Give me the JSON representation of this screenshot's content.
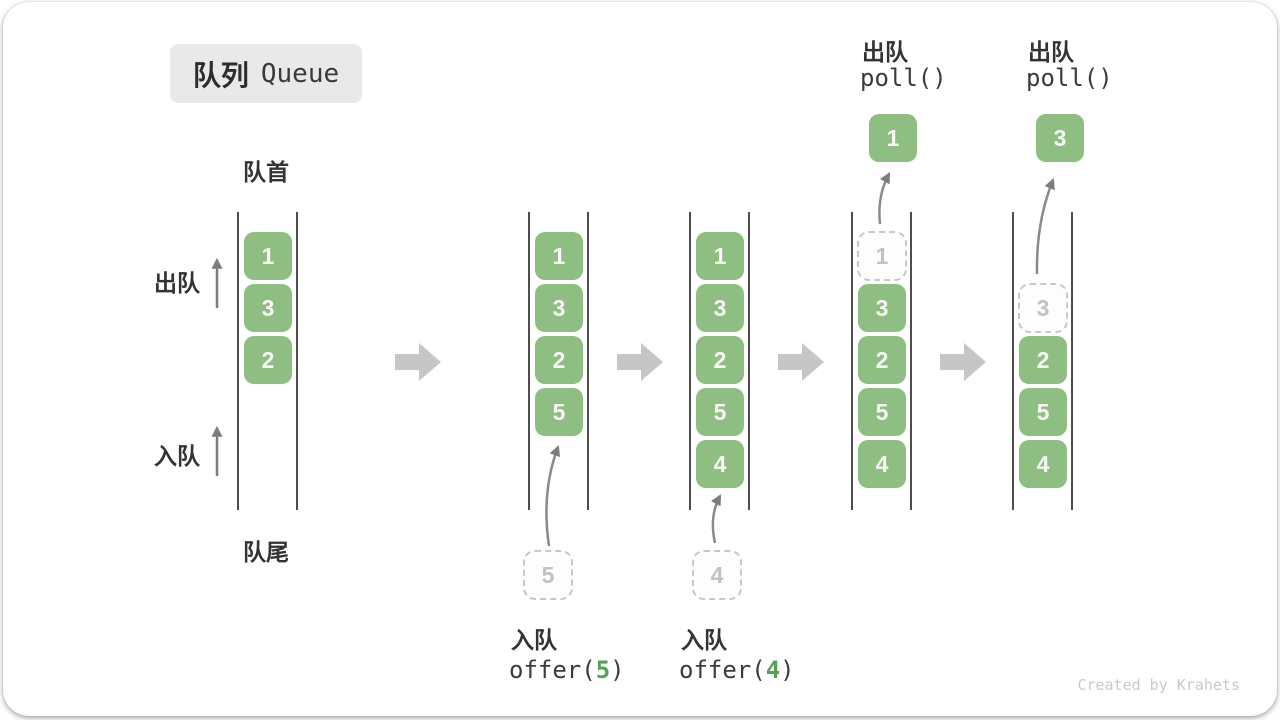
{
  "title": {
    "badge_zh": "队列",
    "badge_en": "Queue"
  },
  "labels": {
    "front": "队首",
    "rear": "队尾",
    "dequeue_side": "出队",
    "enqueue_side": "入队"
  },
  "colors": {
    "cell_green": "#8fbe82",
    "code_arg_green": "#55a055",
    "flow_arrow_gray": "#c6c6c6",
    "thin_arrow_gray": "#7d7d7d",
    "container_line": "#4e4e4e",
    "badge_bg": "#e9e9e9"
  },
  "queues": [
    {
      "cells": [
        "1",
        "3",
        "2"
      ]
    },
    {
      "cells": [
        "1",
        "3",
        "2",
        "5"
      ],
      "incoming": "5"
    },
    {
      "cells": [
        "1",
        "3",
        "2",
        "5",
        "4"
      ],
      "incoming": "4"
    },
    {
      "removed": "1",
      "cells": [
        "3",
        "2",
        "5",
        "4"
      ],
      "out": "1"
    },
    {
      "removed": "3",
      "cells": [
        "2",
        "5",
        "4"
      ],
      "out": "3"
    }
  ],
  "operations": {
    "enqueue_5": {
      "label": "入队",
      "code_open": "offer(",
      "arg": "5",
      "code_close": ")"
    },
    "enqueue_4": {
      "label": "入队",
      "code_open": "offer(",
      "arg": "4",
      "code_close": ")"
    },
    "dequeue_1": {
      "label": "出队",
      "code": "poll()"
    },
    "dequeue_3": {
      "label": "出队",
      "code": "poll()"
    }
  },
  "watermark": "Created by Krahets"
}
